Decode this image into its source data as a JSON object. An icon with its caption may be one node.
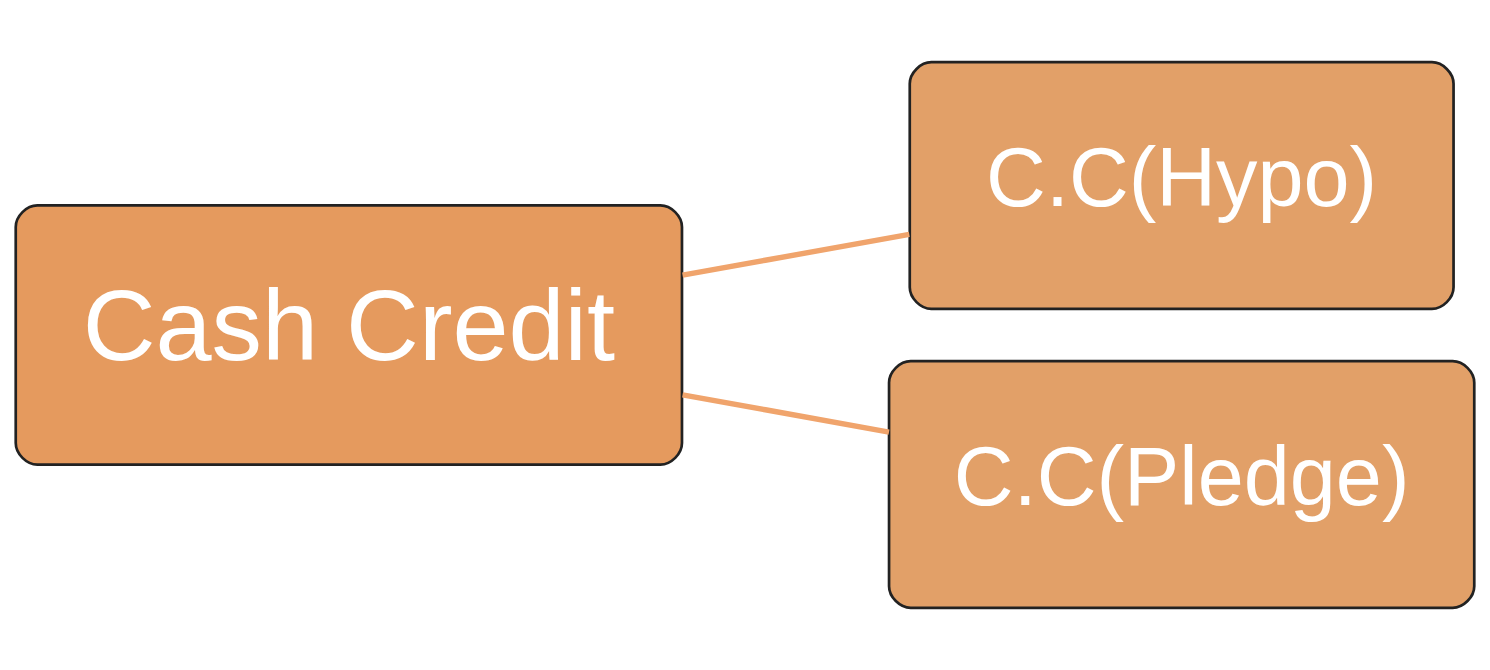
{
  "diagram": {
    "nodes": [
      {
        "text": [
          "Cash Credit"
        ]
      },
      {
        "text": [
          "C.C(Hypo)"
        ]
      },
      {
        "text": [
          "C.C(Pledge)"
        ]
      }
    ],
    "edges": [
      {
        "from": 0,
        "to": 1,
        "arrow": "none"
      },
      {
        "from": 0,
        "to": 2,
        "arrow": "none"
      }
    ]
  }
}
